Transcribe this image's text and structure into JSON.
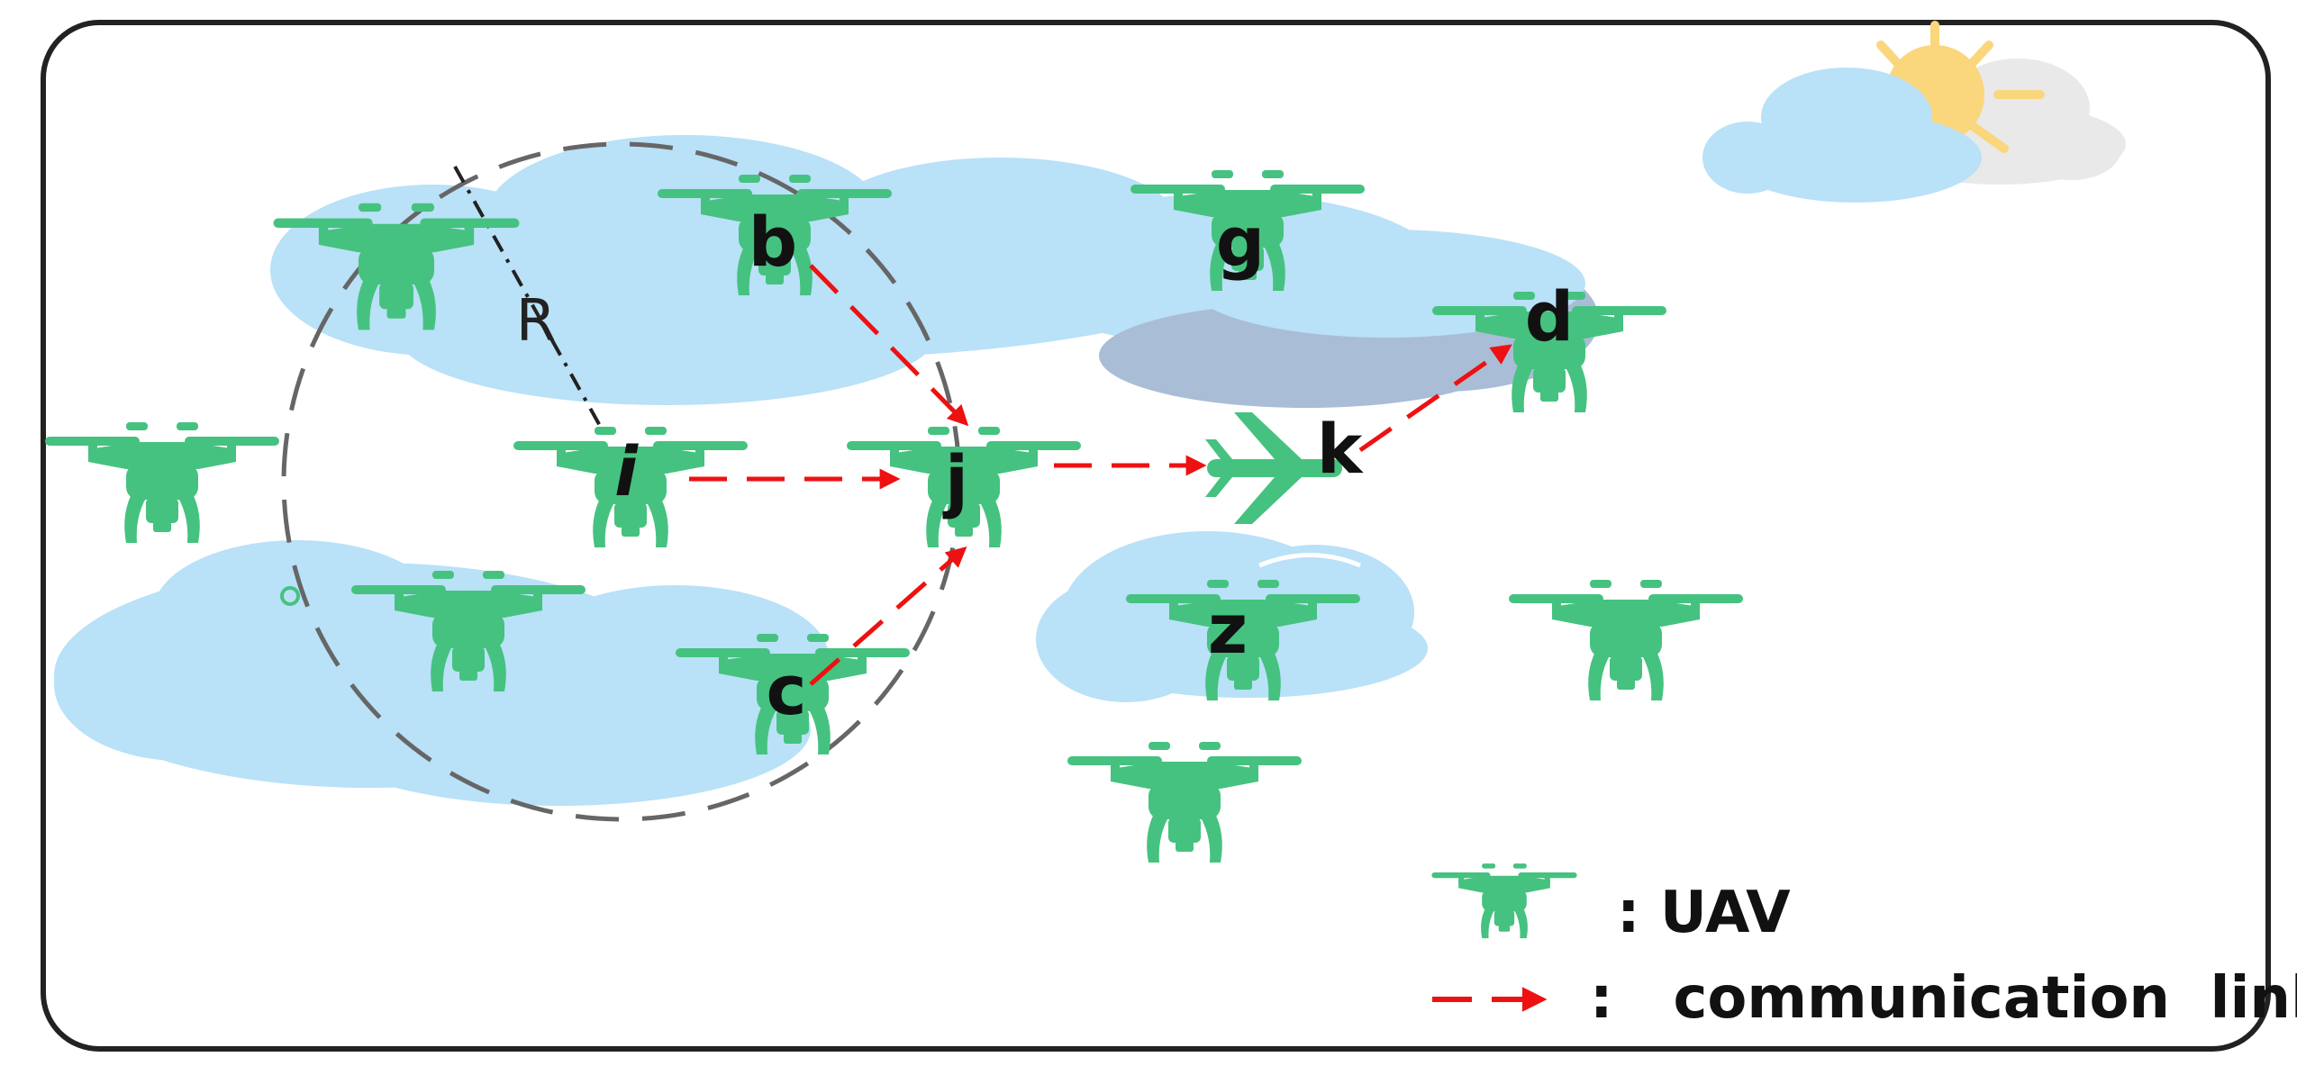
{
  "colors": {
    "uav": "#45c27f",
    "cloud": "#b9e1f7",
    "cloud_dark": "#a9bdd6",
    "cloud_gray": "#e9e9e9",
    "sun": "#fad67d",
    "link": "#ee1111",
    "range": "#666666",
    "frame": "#222222"
  },
  "icons": {
    "uav": "quadcopter-drone-icon",
    "aircraft": "airplane-icon",
    "weather": "sun-behind-cloud-icon"
  },
  "nodes": [
    {
      "id": "b",
      "label": "b"
    },
    {
      "id": "g",
      "label": "g"
    },
    {
      "id": "d",
      "label": "d"
    },
    {
      "id": "i",
      "label": "i"
    },
    {
      "id": "j",
      "label": "j"
    },
    {
      "id": "k",
      "label": "k",
      "icon": "airplane-icon"
    },
    {
      "id": "z",
      "label": "z"
    },
    {
      "id": "c",
      "label": "c"
    }
  ],
  "links": [
    {
      "from": "b",
      "to": "j"
    },
    {
      "from": "i",
      "to": "j"
    },
    {
      "from": "c",
      "to": "j"
    },
    {
      "from": "j",
      "to": "k"
    },
    {
      "from": "k",
      "to": "d"
    }
  ],
  "range": {
    "center": "i",
    "label": "R"
  },
  "legend": {
    "uav_text": ":   UAV",
    "link_text": ":   communication  link"
  }
}
